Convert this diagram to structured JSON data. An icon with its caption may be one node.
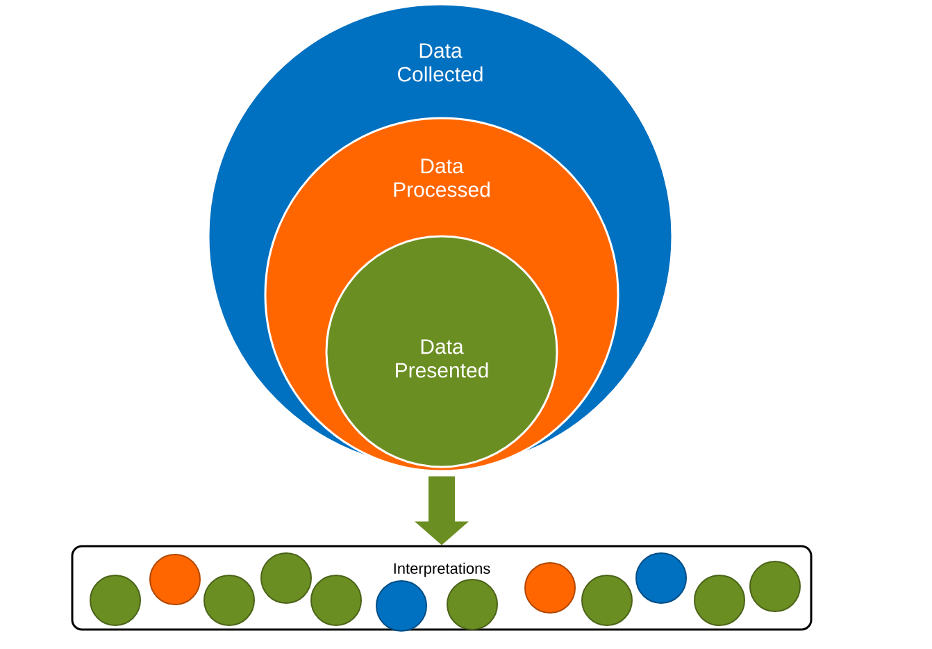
{
  "diagram": {
    "nodes": [
      {
        "text": [
          "Data Collected"
        ]
      },
      {
        "text": [
          "Data Processed"
        ],
        "in": 0
      },
      {
        "text": [
          "Data Presented"
        ],
        "in": 1
      },
      {
        "text": [
          "Interpretations"
        ]
      },
      {
        "text": [],
        "shape": "circle",
        "in": 3
      },
      {
        "text": [],
        "shape": "circle",
        "in": 3
      },
      {
        "text": [],
        "shape": "circle",
        "in": 3
      },
      {
        "text": [],
        "shape": "circle",
        "in": 3
      },
      {
        "text": [],
        "shape": "circle",
        "in": 3
      },
      {
        "text": [],
        "shape": "circle",
        "in": 3
      },
      {
        "text": [],
        "shape": "circle",
        "in": 3
      },
      {
        "text": [],
        "shape": "circle",
        "in": 3
      },
      {
        "text": [],
        "shape": "circle",
        "in": 3
      },
      {
        "text": [],
        "shape": "circle",
        "in": 3
      },
      {
        "text": [],
        "shape": "circle",
        "in": 3
      },
      {
        "text": [],
        "shape": "circle",
        "in": 3
      }
    ],
    "edges": [
      {
        "from": 2,
        "to": 3,
        "arrow": "to"
      }
    ]
  }
}
